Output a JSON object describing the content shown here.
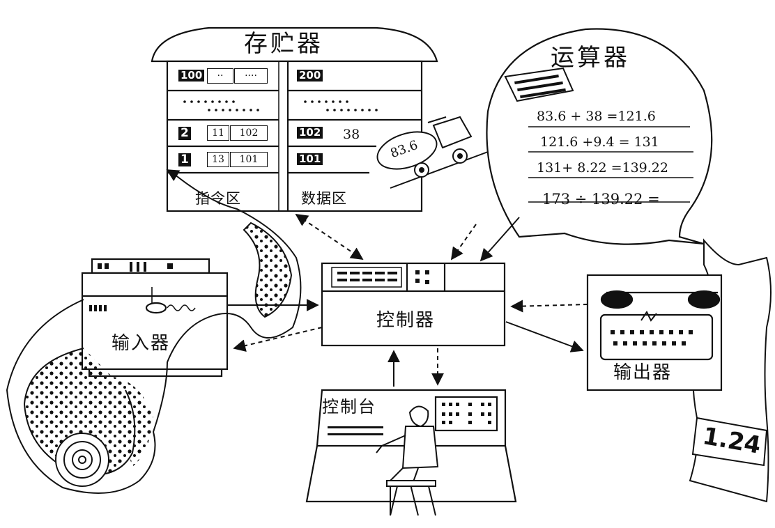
{
  "memory": {
    "title": "存贮器",
    "instr_area_label": "指令区",
    "data_area_label": "数据区",
    "instr_rows": [
      {
        "addr": "100",
        "cells": [
          "··",
          "····"
        ]
      },
      {
        "addr": "2",
        "cells": [
          "11",
          "102"
        ]
      },
      {
        "addr": "1",
        "cells": [
          "13",
          "101"
        ]
      }
    ],
    "data_rows": [
      {
        "addr": "200",
        "value": ""
      },
      {
        "addr": "102",
        "value": "38"
      },
      {
        "addr": "101",
        "value": ""
      }
    ],
    "truck_value": "83.6"
  },
  "alu": {
    "title": "运算器",
    "lines": [
      "83.6 + 38 =121.6",
      "121.6 +9.4 = 131",
      "131+ 8.22 =139.22",
      "173 ÷ 139.22 ="
    ]
  },
  "controller": {
    "label": "控制器"
  },
  "input": {
    "label": "输入器"
  },
  "output": {
    "label": "输出器",
    "result": "1.24"
  },
  "console": {
    "label": "控制台"
  },
  "icons": [
    "punched-tape-icon",
    "truck-icon",
    "abacus-icon",
    "operator-icon",
    "printer-icon"
  ]
}
